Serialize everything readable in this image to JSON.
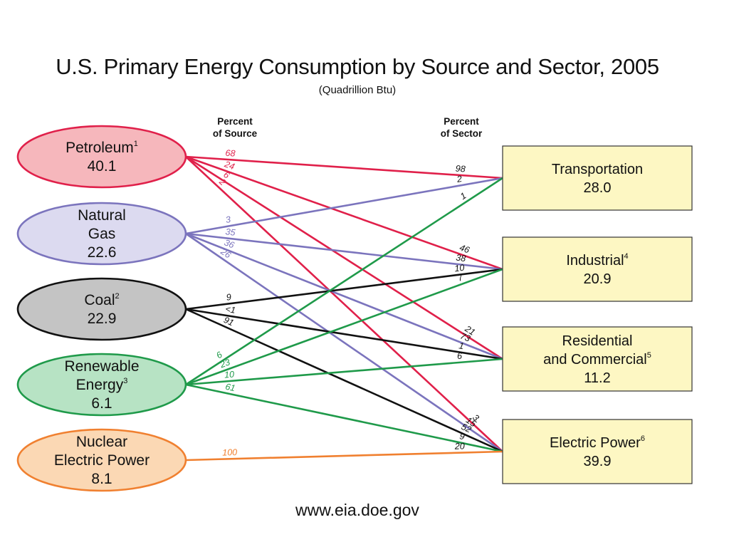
{
  "title": "U.S. Primary Energy Consumption by Source and Sector, 2005",
  "subtitle": "(Quadrillion Btu)",
  "column_headers": {
    "source": [
      "Percent",
      "of Source"
    ],
    "sector": [
      "Percent",
      "of Sector"
    ]
  },
  "footer": "www.eia.doe.gov",
  "colors": {
    "petroleum": "#e0204a",
    "natural_gas": "#7b74bd",
    "coal": "#111111",
    "renewable": "#1f9a4a",
    "nuclear": "#f08030"
  },
  "sources": [
    {
      "id": "petroleum",
      "lines": [
        "Petroleum"
      ],
      "sup": "1",
      "value": "40.1",
      "fill": "#f6b7bc",
      "stroke": "#e0204a"
    },
    {
      "id": "natural-gas",
      "lines": [
        "Natural",
        "Gas"
      ],
      "sup": "",
      "value": "22.6",
      "fill": "#dcdaf0",
      "stroke": "#7b74bd"
    },
    {
      "id": "coal",
      "lines": [
        "Coal"
      ],
      "sup": "2",
      "value": "22.9",
      "fill": "#c4c4c4",
      "stroke": "#111111"
    },
    {
      "id": "renewable-energy",
      "lines": [
        "Renewable",
        "Energy"
      ],
      "sup": "3",
      "value": "6.1",
      "fill": "#b7e3c4",
      "stroke": "#1f9a4a"
    },
    {
      "id": "nuclear-electric-power",
      "lines": [
        "Nuclear",
        "Electric Power"
      ],
      "sup": "",
      "value": "8.1",
      "fill": "#fbd8b4",
      "stroke": "#f08030"
    }
  ],
  "sectors": [
    {
      "id": "transportation",
      "lines": [
        "Transportation"
      ],
      "sup": "",
      "value": "28.0"
    },
    {
      "id": "industrial",
      "lines": [
        "Industrial"
      ],
      "sup": "4",
      "value": "20.9"
    },
    {
      "id": "residential-commercial",
      "lines": [
        "Residential",
        "and Commercial"
      ],
      "sup": "5",
      "value": "11.2"
    },
    {
      "id": "electric-power",
      "lines": [
        "Electric Power"
      ],
      "sup": "6",
      "value": "39.9"
    }
  ],
  "flows": [
    {
      "source": "petroleum",
      "sector": "transportation",
      "pct_source": "68",
      "pct_sector": "98"
    },
    {
      "source": "petroleum",
      "sector": "industrial",
      "pct_source": "24",
      "pct_sector": "46"
    },
    {
      "source": "petroleum",
      "sector": "residential-commercial",
      "pct_source": "6",
      "pct_sector": "21"
    },
    {
      "source": "petroleum",
      "sector": "electric-power",
      "pct_source": "2",
      "pct_sector": "3"
    },
    {
      "source": "natural-gas",
      "sector": "transportation",
      "pct_source": "3",
      "pct_sector": "2"
    },
    {
      "source": "natural-gas",
      "sector": "industrial",
      "pct_source": "35",
      "pct_sector": "38"
    },
    {
      "source": "natural-gas",
      "sector": "residential-commercial",
      "pct_source": "36",
      "pct_sector": "73"
    },
    {
      "source": "natural-gas",
      "sector": "electric-power",
      "pct_source": "26",
      "pct_sector": "15"
    },
    {
      "source": "coal",
      "sector": "industrial",
      "pct_source": "9",
      "pct_sector": "10"
    },
    {
      "source": "coal",
      "sector": "residential-commercial",
      "pct_source": "<1",
      "pct_sector": "1"
    },
    {
      "source": "coal",
      "sector": "electric-power",
      "pct_source": "91",
      "pct_sector": "52"
    },
    {
      "source": "renewable-energy",
      "sector": "transportation",
      "pct_source": "6",
      "pct_sector": "1"
    },
    {
      "source": "renewable-energy",
      "sector": "industrial",
      "pct_source": "23",
      "pct_sector": "7"
    },
    {
      "source": "renewable-energy",
      "sector": "residential-commercial",
      "pct_source": "10",
      "pct_sector": "6"
    },
    {
      "source": "renewable-energy",
      "sector": "electric-power",
      "pct_source": "61",
      "pct_sector": "9"
    },
    {
      "source": "nuclear-electric-power",
      "sector": "electric-power",
      "pct_source": "100",
      "pct_sector": "20"
    }
  ]
}
